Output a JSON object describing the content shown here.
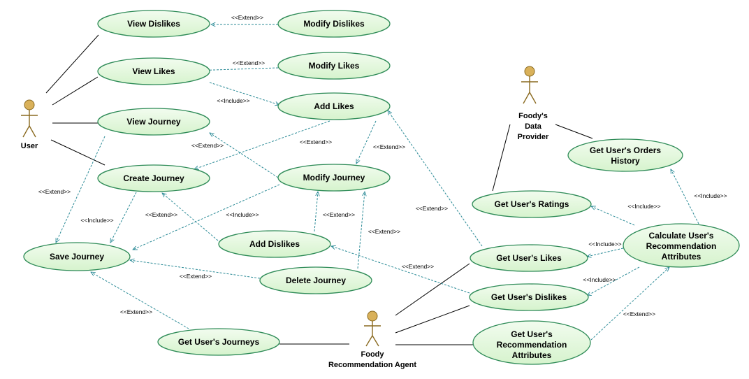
{
  "actors": {
    "user": "User",
    "provider": [
      "Foody's",
      "Data",
      "Provider"
    ],
    "agent": [
      "Foody",
      "Recommendation Agent"
    ]
  },
  "use_cases": {
    "view_dislikes": [
      "View Dislikes"
    ],
    "modify_dislikes": [
      "Modify Dislikes"
    ],
    "view_likes": [
      "View Likes"
    ],
    "modify_likes": [
      "Modify Likes"
    ],
    "add_likes": [
      "Add Likes"
    ],
    "view_journey": [
      "View Journey"
    ],
    "create_journey": [
      "Create Journey"
    ],
    "modify_journey": [
      "Modify Journey"
    ],
    "save_journey": [
      "Save Journey"
    ],
    "add_dislikes": [
      "Add Dislikes"
    ],
    "delete_journey": [
      "Delete Journey"
    ],
    "get_journeys": [
      "Get User's Journeys"
    ],
    "orders_history": [
      "Get User's Orders",
      "History"
    ],
    "ratings": [
      "Get User's Ratings"
    ],
    "calc_attrs": [
      "Calculate User's",
      "Recommendation",
      "Attributes"
    ],
    "user_likes": [
      "Get User's Likes"
    ],
    "user_dislikes": [
      "Get User's Dislikes"
    ],
    "rec_attrs": [
      "Get User's",
      "Recommendation",
      "Attributes"
    ]
  },
  "relations": {
    "extend": "<<Extend>>",
    "include": "<<Include>>"
  },
  "colors": {
    "usecase_fill": "#e4f8de",
    "usecase_stroke": "#2e8b57",
    "dependency": "#2a8a96",
    "actor": "#d9b15a"
  }
}
